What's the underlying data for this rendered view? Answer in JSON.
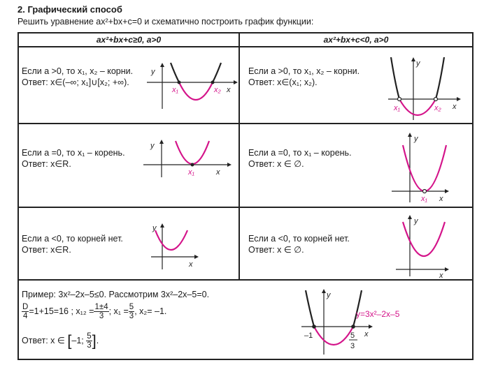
{
  "title": "2. Графический способ",
  "subtitle": "Решить уравнение ax²+bx+c=0 и схематично построить график функции:",
  "headers": {
    "left": "ax²+bx+c≥0, a>0",
    "right": "ax²+bx+c<0, a>0"
  },
  "rows": [
    {
      "left_line1": "Если a >0, то x₁, x₂ – корни.",
      "left_line2": "Ответ: x∈(–∞; x₁]∪[x₂; +∞).",
      "right_line1": "Если a >0, то x₁, x₂ – корни.",
      "right_line2": "Ответ: x∈(x₁; x₂)."
    },
    {
      "left_line1": "Если a =0, то x₁ – корень.",
      "left_line2": "Ответ: x∈R.",
      "right_line1": "Если a =0, то x₁ – корень.",
      "right_line2": "Ответ: x ∈ ∅."
    },
    {
      "left_line1": "Если a <0, то корней нет.",
      "left_line2": "Ответ: x∈R.",
      "right_line1": "Если a <0, то корней нет.",
      "right_line2": "Ответ: x ∈ ∅."
    }
  ],
  "example": {
    "line1": "Пример: 3x²–2x–5≤0.  Рассмотрим 3x²–2x–5=0.",
    "line2_a": "=1+15=16 ; x₁₂ =",
    "line2_b": "; x₁ =",
    "line2_c": ", x₂= –1.",
    "frac_D_num": "D",
    "frac_D_den": "4",
    "frac_root_num": "1±4",
    "frac_root_den": "3",
    "frac_x1_num": "5",
    "frac_x1_den": "3",
    "answer_prefix": "Ответ:  x ∈",
    "answer_interval_left": "–1;",
    "answer_frac_num": "5",
    "answer_frac_den": "3",
    "graph_func_label": "y=3x²–2x–5",
    "graph_root_left": "–1",
    "graph_root_right_num": "5",
    "graph_root_right_den": "3"
  },
  "axis_labels": {
    "x": "x",
    "y": "y",
    "x1": "x₁",
    "x2": "x₂"
  },
  "colors": {
    "curve": "#d4148a",
    "ink": "#222222"
  }
}
